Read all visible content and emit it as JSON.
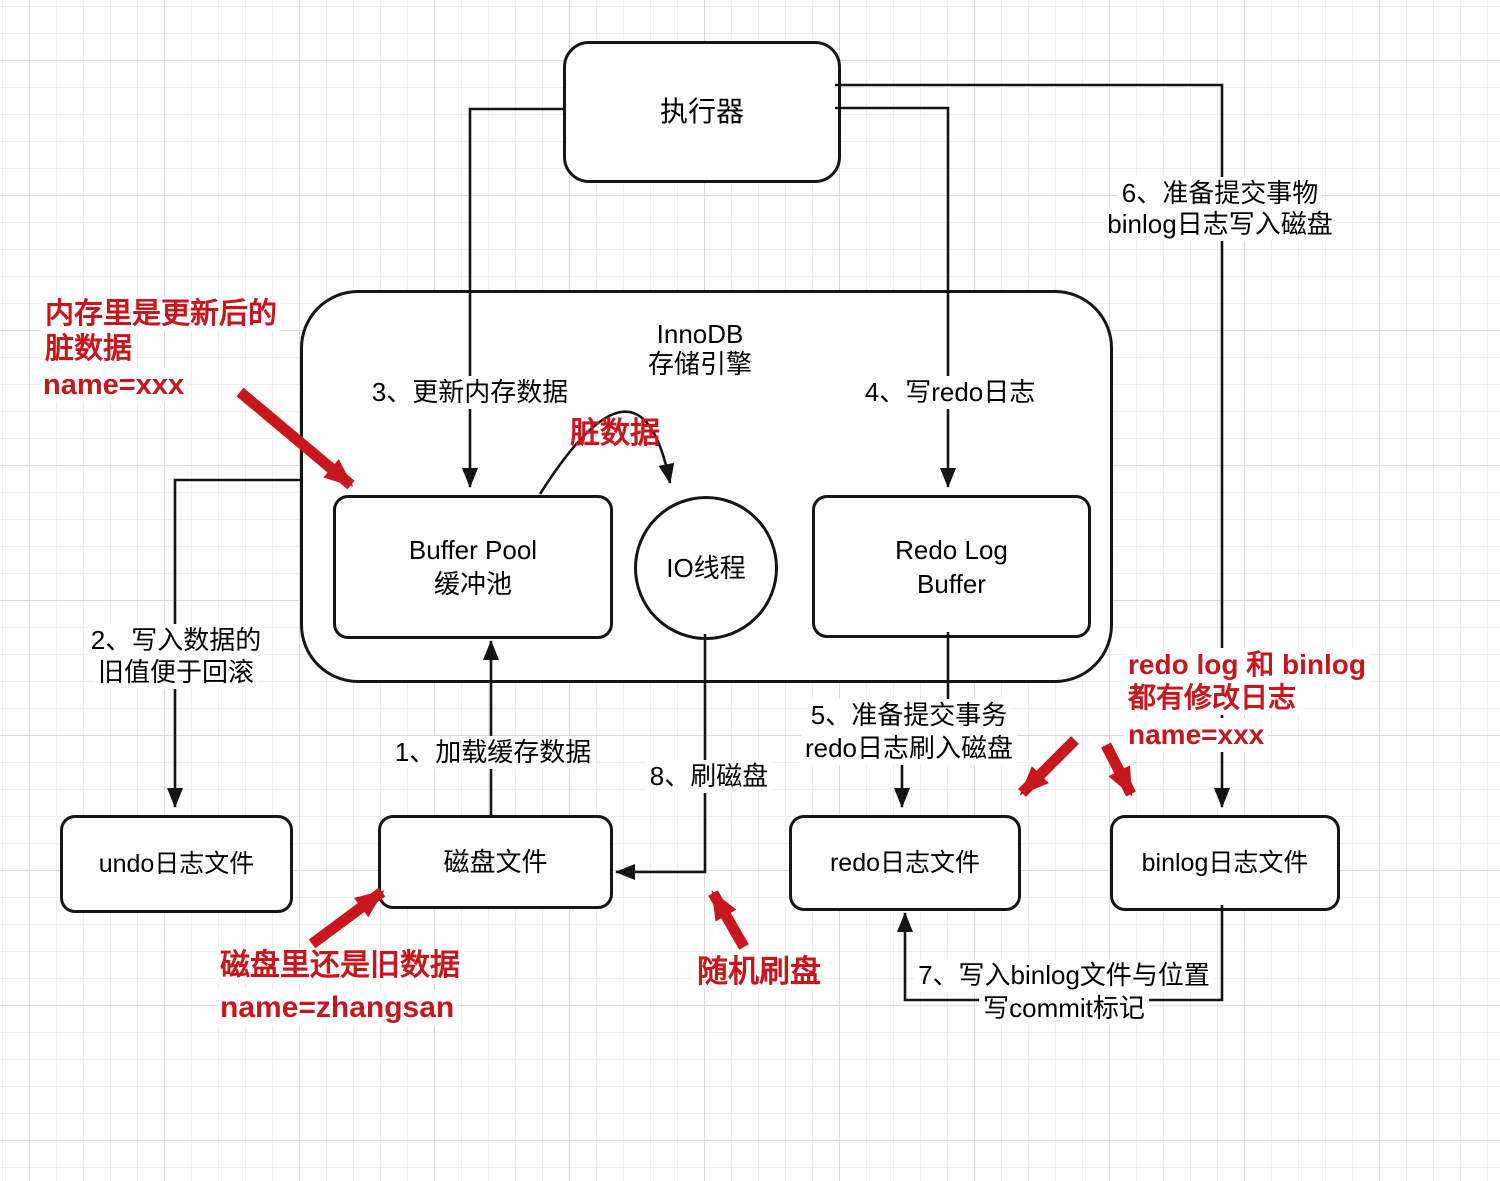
{
  "colors": {
    "annotation_red": "#c8161d",
    "line_black": "#141414",
    "grid_minor": "#efefef",
    "grid_major": "#dcdcdc"
  },
  "nodes": {
    "executor": {
      "label": "执行器"
    },
    "innodb": {
      "line1": "InnoDB",
      "line2": "存储引擎"
    },
    "buffer_pool": {
      "line1": "Buffer Pool",
      "line2": "缓冲池"
    },
    "io_thread": {
      "label": "IO线程"
    },
    "redo_log_buffer": {
      "line1": "Redo Log",
      "line2": "Buffer"
    },
    "undo_file": {
      "label": "undo日志文件"
    },
    "disk_file": {
      "label": "磁盘文件"
    },
    "redo_file": {
      "label": "redo日志文件"
    },
    "binlog_file": {
      "label": "binlog日志文件"
    }
  },
  "flow_labels": {
    "step1": "1、加载缓存数据",
    "step2_line1": "2、写入数据的",
    "step2_line2": "旧值便于回滚",
    "step3": "3、更新内存数据",
    "step4": "4、写redo日志",
    "step5_line1": "5、准备提交事务",
    "step5_line2": "redo日志刷入磁盘",
    "step6_line1": "6、准备提交事物",
    "step6_line2": "binlog日志写入磁盘",
    "step7_line1": "7、写入binlog文件与位置",
    "step7_line2": "写commit标记",
    "step8": "8、刷磁盘"
  },
  "annotations": {
    "dirty_memory_line1": "内存里是更新后的",
    "dirty_memory_line2": "脏数据",
    "dirty_memory_line3": "name=xxx",
    "dirty_data": "脏数据",
    "both_logs_line1": "redo log 和 binlog",
    "both_logs_line2": "都有修改日志",
    "both_logs_line3": "name=xxx",
    "disk_old_line1": "磁盘里还是旧数据",
    "disk_old_line2": "name=zhangsan",
    "random_flush": "随机刷盘"
  }
}
